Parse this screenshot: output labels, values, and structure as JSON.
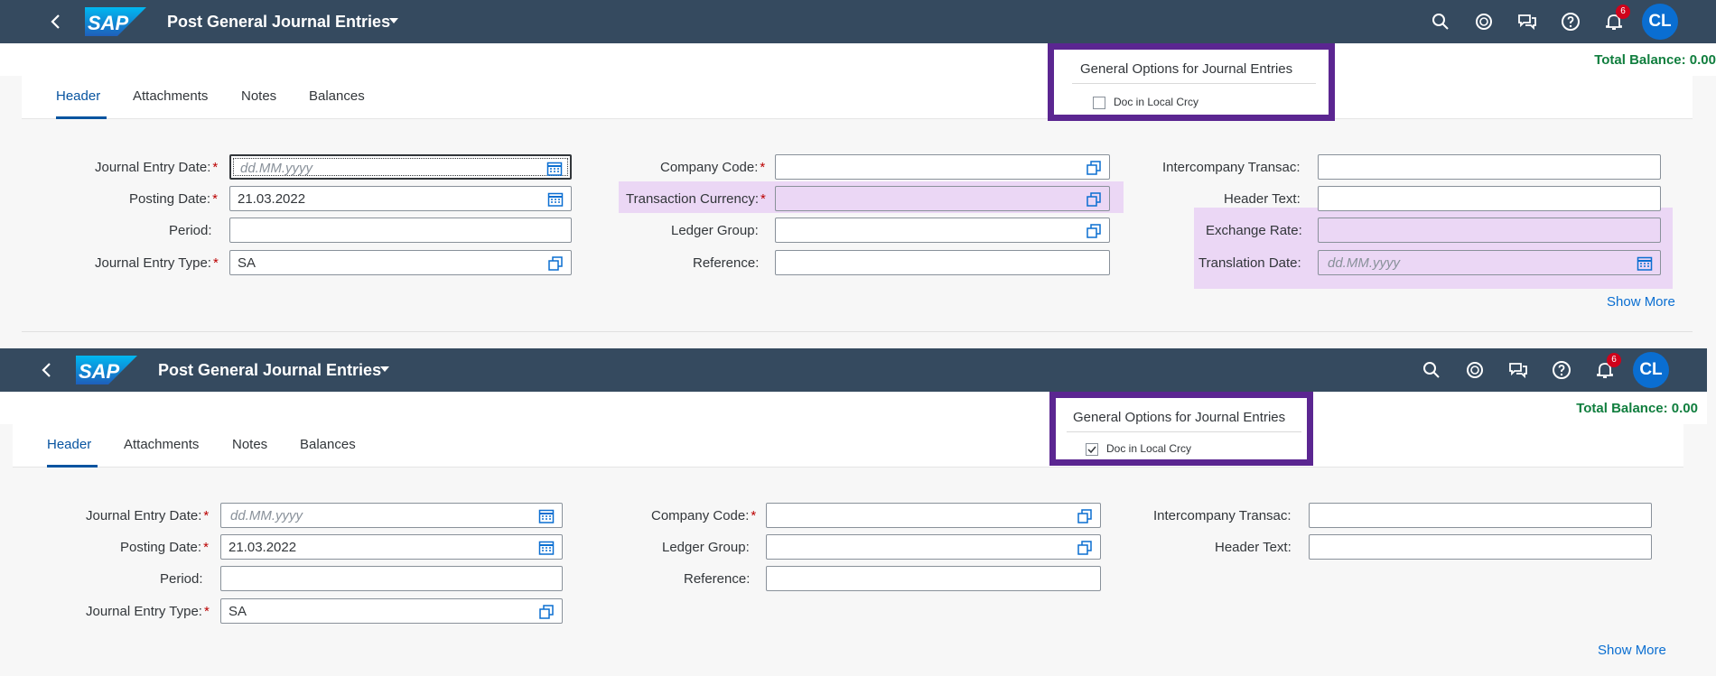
{
  "shell": {
    "logo": "SAP",
    "title": "Post General Journal Entries",
    "notification_count": "6",
    "avatar_initials": "CL"
  },
  "total_balance": "Total Balance: 0.00",
  "tabs": [
    "Header",
    "Attachments",
    "Notes",
    "Balances"
  ],
  "general_options": {
    "title": "General Options for Journal Entries",
    "checkbox_label": "Doc in Local Crcy"
  },
  "fields": {
    "journal_entry_date": {
      "label": "Journal Entry Date:",
      "placeholder": "dd.MM.yyyy"
    },
    "posting_date": {
      "label": "Posting Date:",
      "value": "21.03.2022"
    },
    "period": {
      "label": "Period:",
      "value": ""
    },
    "journal_entry_type": {
      "label": "Journal Entry Type:",
      "value": "SA"
    },
    "company_code": {
      "label": "Company Code:",
      "value": ""
    },
    "transaction_currency": {
      "label": "Transaction Currency:",
      "value": ""
    },
    "ledger_group": {
      "label": "Ledger Group:",
      "value": ""
    },
    "reference": {
      "label": "Reference:",
      "value": ""
    },
    "intercompany": {
      "label": "Intercompany Transac:",
      "value": ""
    },
    "header_text": {
      "label": "Header Text:",
      "value": ""
    },
    "exchange_rate": {
      "label": "Exchange Rate:",
      "value": ""
    },
    "translation_date": {
      "label": "Translation Date:",
      "placeholder": "dd.MM.yyyy"
    }
  },
  "show_more": "Show More",
  "before": {
    "doc_in_local_crcy_checked": false
  },
  "after": {
    "doc_in_local_crcy_checked": true
  },
  "colors": {
    "shell_bg": "#354a5f",
    "highlight": "#ebd7f5",
    "callout_border": "#5b2691",
    "balance_green": "#107e3e",
    "link_blue": "#0a6ed1"
  },
  "icons": [
    "back-icon",
    "search-icon",
    "copilot-icon",
    "feedback-icon",
    "help-icon",
    "bell-icon",
    "calendar-icon",
    "value-help-icon",
    "caret-down-icon"
  ]
}
